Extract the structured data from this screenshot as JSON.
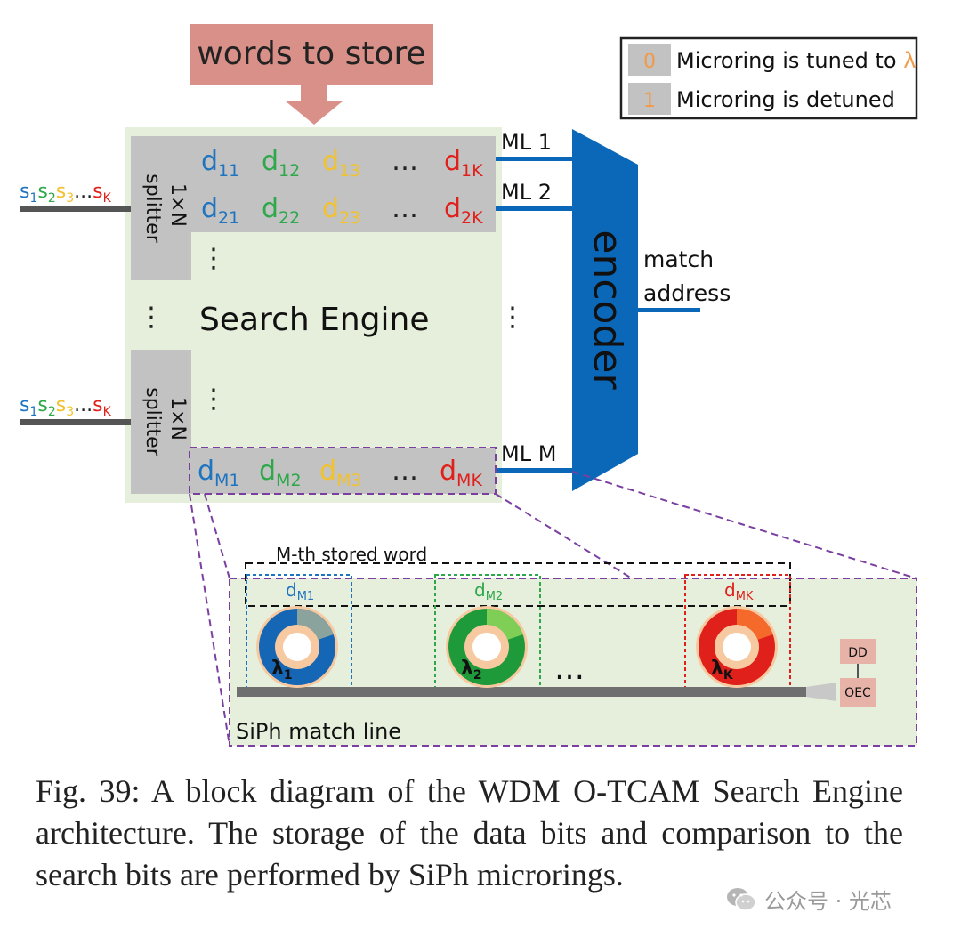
{
  "top_label": "words to store",
  "legend": {
    "items": [
      {
        "key": "0",
        "text": "Microring is tuned to ",
        "suffix": "λ"
      },
      {
        "key": "1",
        "text": "Microring is detuned",
        "suffix": ""
      }
    ]
  },
  "input_signal": {
    "parts": [
      "s",
      "1",
      "s",
      "2",
      "s",
      "3",
      "...",
      "s",
      "K"
    ]
  },
  "splitter": {
    "line1": "1×N",
    "line2": "splitter"
  },
  "rows": {
    "row1": [
      "d",
      "11",
      "d",
      "12",
      "d",
      "13",
      "…",
      "d",
      "1K"
    ],
    "row2": [
      "d",
      "21",
      "d",
      "22",
      "d",
      "23",
      "…",
      "d",
      "2K"
    ],
    "rowM": [
      "d",
      "M1",
      "d",
      "M2",
      "d",
      "M3",
      "…",
      "d",
      "MK"
    ]
  },
  "engine_label": "Search Engine",
  "vdots": "⋮",
  "match_lines": [
    "ML 1",
    "ML 2",
    "ML M"
  ],
  "encoder_label": "encoder",
  "output": {
    "line1": "match",
    "line2": "address"
  },
  "detail": {
    "stored_word_label": "M-th stored word",
    "cells": [
      {
        "label": "d",
        "sub": "M1",
        "lambda": "λ",
        "lsub": "1"
      },
      {
        "label": "d",
        "sub": "M2",
        "lambda": "λ",
        "lsub": "2"
      },
      {
        "label": "d",
        "sub": "MK",
        "lambda": "λ",
        "lsub": "K"
      }
    ],
    "ellipsis": "…",
    "dd": "DD",
    "oec": "OEC",
    "matchline_label": "SiPh match line"
  },
  "caption": "Fig. 39: A block diagram of the WDM O-TCAM Search Engine architecture. The storage of the data bits and comparison to the search bits are performed by SiPh microrings.",
  "watermark": "公众号 · 光芯",
  "colors": {
    "blue": "#1f74c0",
    "green": "#2ea84a",
    "yellow": "#f2c12e",
    "red": "#e0201b",
    "orange": "#f09a4a",
    "encoder": "#0b68b8",
    "engine_bg": "#e6efdc",
    "gray_block": "#c2c2c2",
    "top_box": "#d99088",
    "purple_dash": "#7a3fa0"
  }
}
